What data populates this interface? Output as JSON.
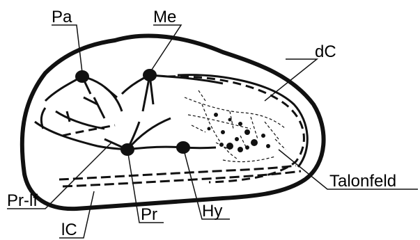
{
  "labels": {
    "pa": "Pa",
    "me": "Me",
    "dc": "dC",
    "talonfeld": "Talonfeld",
    "hy": "Hy",
    "pr": "Pr",
    "pr_lf": "Pr-lf",
    "lc": "lC"
  },
  "colors": {
    "ink": "#111111",
    "background": "#ffffff"
  }
}
